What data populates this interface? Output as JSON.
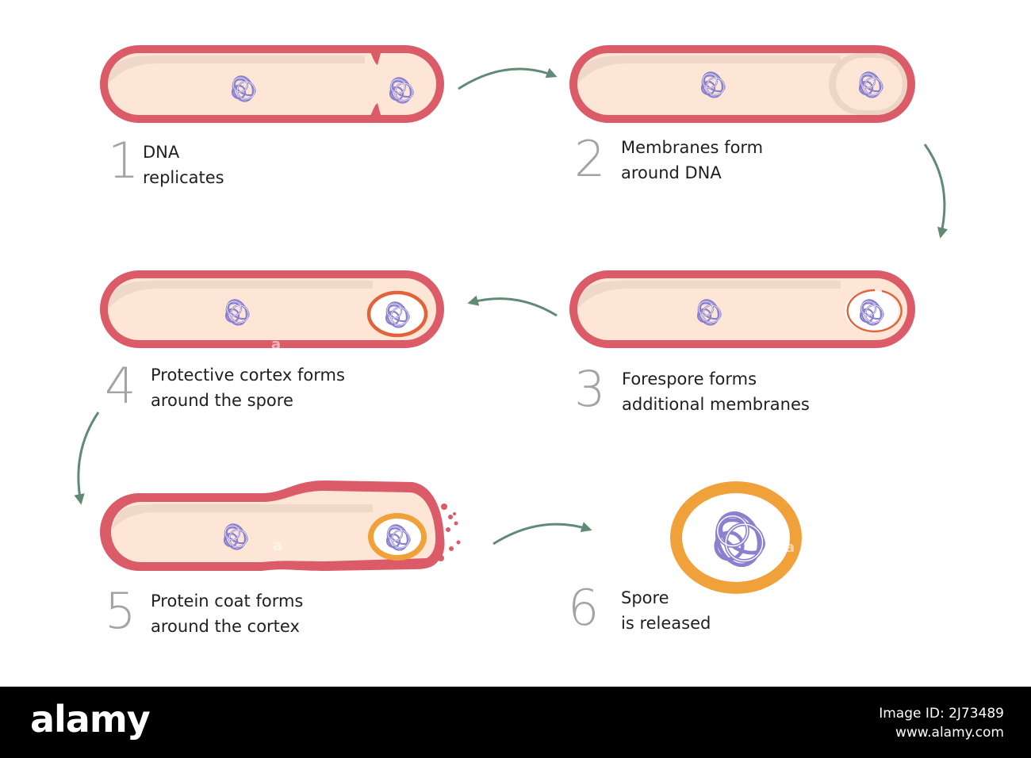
{
  "steps": [
    {
      "number": "1",
      "line1": "DNA",
      "line2": "replicates"
    },
    {
      "number": "2",
      "line1": "Membranes form",
      "line2": "around DNA"
    },
    {
      "number": "3",
      "line1": "Forespore forms",
      "line2": "additional membranes"
    },
    {
      "number": "4",
      "line1": "Protective cortex forms",
      "line2": "around the spore"
    },
    {
      "number": "5",
      "line1": "Protein coat forms",
      "line2": "around the cortex"
    },
    {
      "number": "6",
      "line1": "Spore",
      "line2": "is released"
    }
  ],
  "footer": {
    "brand": "alamy",
    "image_id": "Image ID: 2J73489",
    "site": "www.alamy.com"
  },
  "colors": {
    "cell_wall": "#dc5b68",
    "cytoplasm": "#fde6d6",
    "cytoplasm_shade": "#ecd5c4",
    "dna": "#8b7fd0",
    "membrane": "#e2623a",
    "cortex": "#f0a13a",
    "arrow": "#5f8b75",
    "number": "#a3a3a3",
    "text": "#1f1f1f"
  },
  "watermark": "a"
}
